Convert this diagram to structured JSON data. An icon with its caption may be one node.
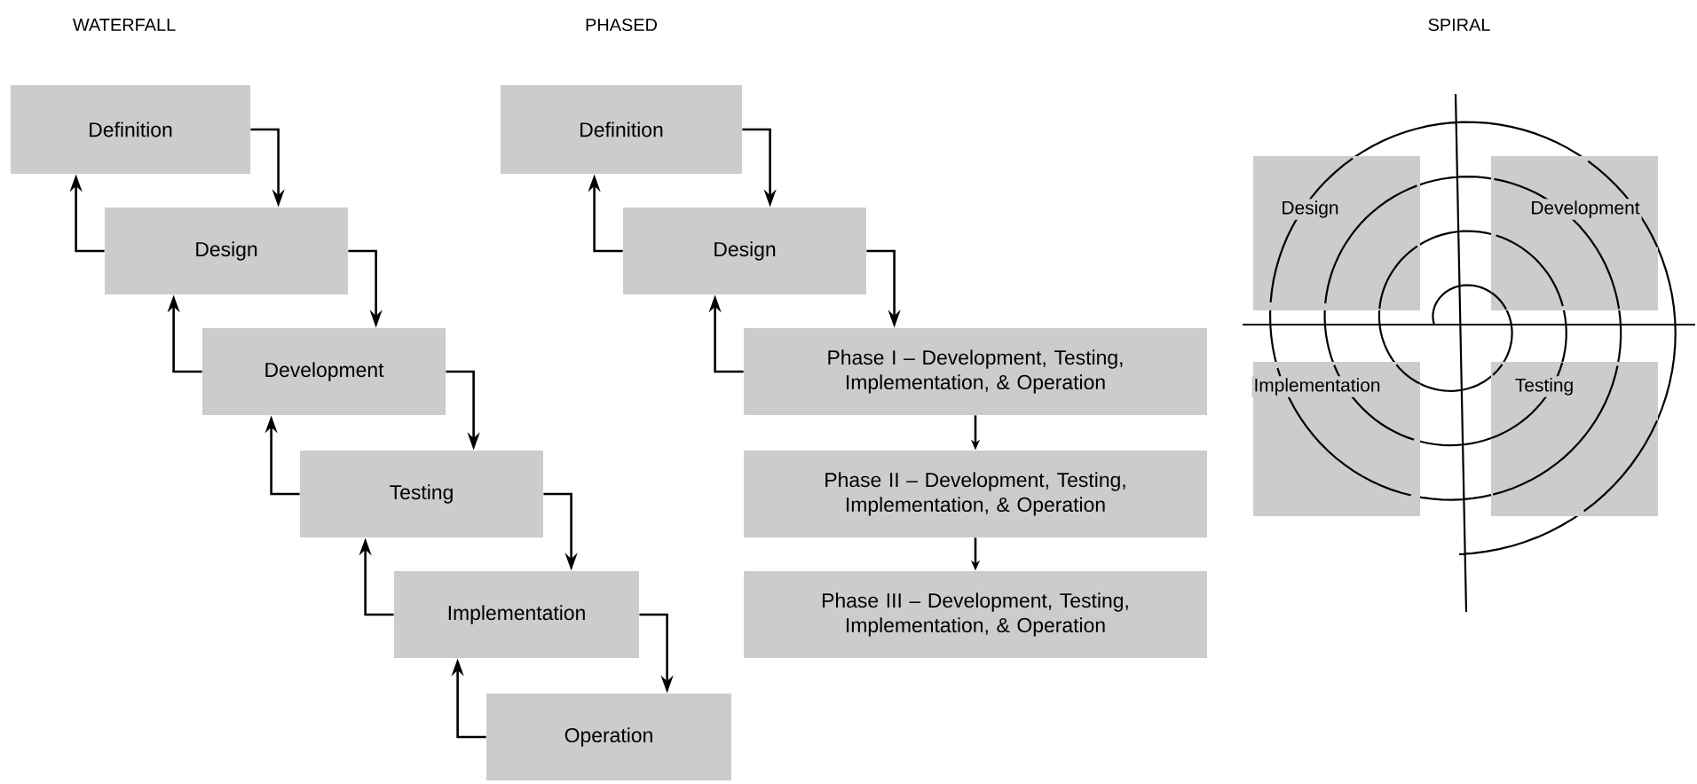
{
  "diagram": {
    "nodes": [
      {
        "text": [
          "Definition"
        ]
      },
      {
        "text": [
          "Design"
        ]
      },
      {
        "text": [
          "Development"
        ]
      },
      {
        "text": [
          "Testing"
        ]
      },
      {
        "text": [
          "Implementation"
        ]
      },
      {
        "text": [
          "Operation"
        ]
      },
      {
        "text": [
          "Definition"
        ]
      },
      {
        "text": [
          "Design"
        ]
      },
      {
        "text": [
          "Phase I – Development, Testing, Implementation, & Operation"
        ]
      },
      {
        "text": [
          "Phase II – Development, Testing, Implementation, & Operation"
        ]
      },
      {
        "text": [
          "Phase III – Development, Testing, Implementation, & Operation"
        ]
      },
      {
        "text": [
          "Design"
        ]
      },
      {
        "text": [
          "Development"
        ]
      },
      {
        "text": [
          "Implementation"
        ]
      },
      {
        "text": [
          "Testing"
        ]
      }
    ],
    "edges": [
      {
        "from": 0,
        "to": 1,
        "arrow": "to"
      },
      {
        "from": 1,
        "to": 0,
        "arrow": "to"
      },
      {
        "from": 1,
        "to": 2,
        "arrow": "to"
      },
      {
        "from": 2,
        "to": 1,
        "arrow": "to"
      },
      {
        "from": 2,
        "to": 3,
        "arrow": "to"
      },
      {
        "from": 3,
        "to": 2,
        "arrow": "to"
      },
      {
        "from": 3,
        "to": 4,
        "arrow": "to"
      },
      {
        "from": 4,
        "to": 3,
        "arrow": "to"
      },
      {
        "from": 4,
        "to": 5,
        "arrow": "to"
      },
      {
        "from": 5,
        "to": 4,
        "arrow": "to"
      },
      {
        "from": 6,
        "to": 7,
        "arrow": "to"
      },
      {
        "from": 7,
        "to": 6,
        "arrow": "to"
      },
      {
        "from": 7,
        "to": 8,
        "arrow": "to"
      },
      {
        "from": 8,
        "to": 7,
        "arrow": "to"
      },
      {
        "from": 8,
        "to": 9,
        "arrow": "to"
      },
      {
        "from": 9,
        "to": 10,
        "arrow": "to"
      }
    ],
    "labels": [
      "WATERFALL",
      "PHASED",
      "SPIRAL"
    ]
  }
}
